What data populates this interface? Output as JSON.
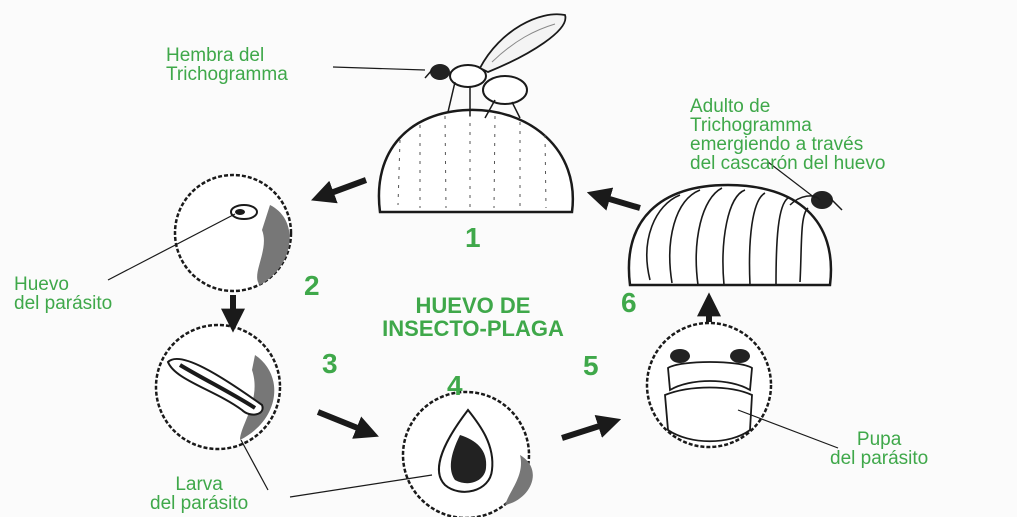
{
  "center": {
    "line1": "HUEVO DE",
    "line2": "INSECTO-PLAGA"
  },
  "stages": [
    "1",
    "2",
    "3",
    "4",
    "5",
    "6"
  ],
  "labels": {
    "hembra": [
      "Hembra del",
      "Trichogramma"
    ],
    "adulto": [
      "Adulto de",
      "Trichogramma",
      "emergiendo a través",
      "del cascarón del huevo"
    ],
    "huevo_parasito": [
      "Huevo",
      "del parásito"
    ],
    "larva": [
      "Larva",
      "del parásito"
    ],
    "pupa": [
      "Pupa",
      "del parásito"
    ]
  },
  "colors": {
    "accent": "#3fa84a",
    "ink": "#1a1a1a"
  }
}
